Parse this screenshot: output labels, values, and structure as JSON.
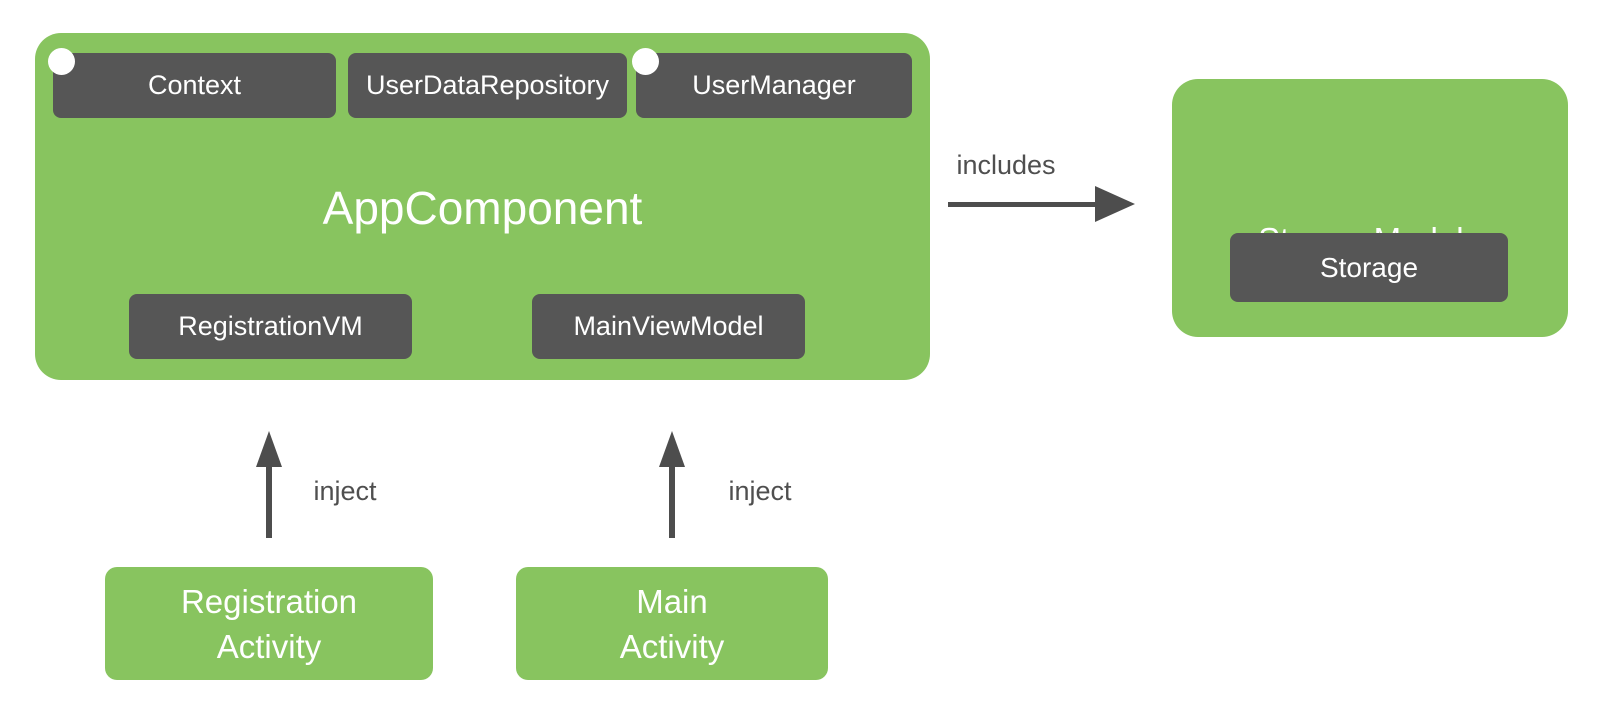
{
  "colors": {
    "green": "#88c45f",
    "dark": "#565656",
    "arrow": "#4d4d4d",
    "label_text": "#4f4f4f",
    "white": "#ffffff"
  },
  "app_component": {
    "title": "AppComponent",
    "provisions": [
      {
        "label": "Context"
      },
      {
        "label": "UserDataRepository"
      },
      {
        "label": "UserManager"
      }
    ],
    "view_models": [
      {
        "label": "RegistrationVM"
      },
      {
        "label": "MainViewModel"
      }
    ]
  },
  "storage_module": {
    "title": "StorageModule",
    "provision_label": "Storage"
  },
  "edges": {
    "includes_label": "includes",
    "inject_labels": [
      "inject",
      "inject"
    ]
  },
  "activities": [
    {
      "line1": "Registration",
      "line2": "Activity"
    },
    {
      "line1": "Main",
      "line2": "Activity"
    }
  ]
}
